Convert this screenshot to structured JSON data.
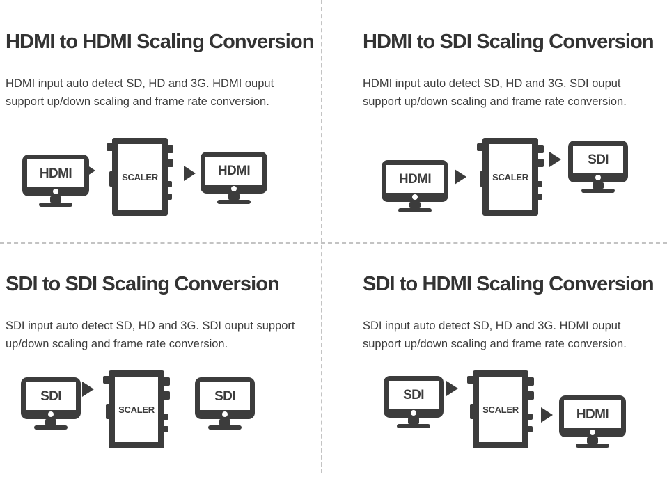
{
  "theme": {
    "background": "#ffffff",
    "ink": "#3c3c3c",
    "title_color": "#333333",
    "body_color": "#3d3d3d",
    "divider_color": "#c3c3c3"
  },
  "panels": [
    {
      "id": "hdmi-to-hdmi",
      "title": "HDMI to HDMI Scaling Conversion",
      "description": "HDMI input auto detect SD, HD and 3G. HDMI ouput support up/down scaling and frame rate conversion.",
      "input_label": "HDMI",
      "device_label": "SCALER",
      "output_label": "HDMI",
      "arrow_before_device": "▶",
      "arrow_after_device": "▶"
    },
    {
      "id": "hdmi-to-sdi",
      "title": "HDMI to SDI Scaling Conversion",
      "description": "HDMI input auto detect SD, HD and 3G. SDI ouput support up/down scaling and frame rate conversion.",
      "input_label": "HDMI",
      "device_label": "SCALER",
      "output_label": "SDI",
      "arrow_before_device": "▶",
      "arrow_after_device": "▶"
    },
    {
      "id": "sdi-to-sdi",
      "title": "SDI to SDI Scaling Conversion",
      "description": "SDI input auto detect SD, HD and 3G. SDI ouput support up/down scaling and frame rate conversion.",
      "input_label": "SDI",
      "device_label": "SCALER",
      "output_label": "SDI",
      "arrow_before_device": "▶",
      "arrow_after_device": ""
    },
    {
      "id": "sdi-to-hdmi",
      "title": "SDI to HDMI Scaling Conversion",
      "description": "SDI input auto detect SD, HD and 3G. HDMI ouput support up/down scaling and frame rate conversion.",
      "input_label": "SDI",
      "device_label": "SCALER",
      "output_label": "HDMI",
      "arrow_before_device": "▶",
      "arrow_after_device": "▶"
    }
  ]
}
